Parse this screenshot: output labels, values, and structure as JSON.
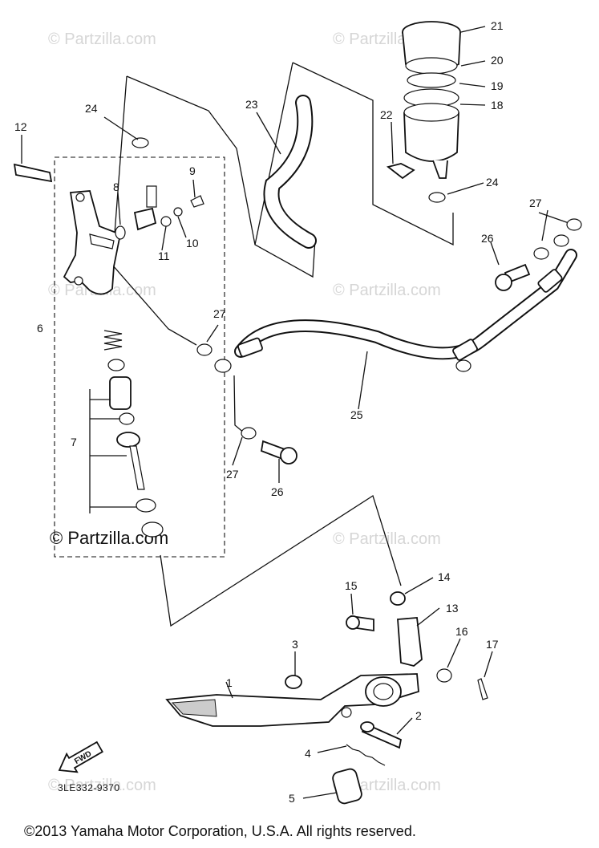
{
  "watermarks": {
    "small": "© Partzilla.com",
    "strong": "© Partzilla.com"
  },
  "callouts": {
    "c1": "1",
    "c2": "2",
    "c3": "3",
    "c4": "4",
    "c5": "5",
    "c6": "6",
    "c7": "7",
    "c8": "8",
    "c9": "9",
    "c10": "10",
    "c11": "11",
    "c12": "12",
    "c13": "13",
    "c14": "14",
    "c15": "15",
    "c16": "16",
    "c17": "17",
    "c18": "18",
    "c19": "19",
    "c20": "20",
    "c21": "21",
    "c22": "22",
    "c23": "23",
    "c24a": "24",
    "c24b": "24",
    "c25": "25",
    "c26a": "26",
    "c26b": "26",
    "c27a": "27",
    "c27b": "27",
    "c27c": "27"
  },
  "fwd_label": "FWD",
  "diagram_code": "3LE332-9370",
  "copyright": "©2013  Yamaha Motor Corporation, U.S.A. All rights reserved."
}
